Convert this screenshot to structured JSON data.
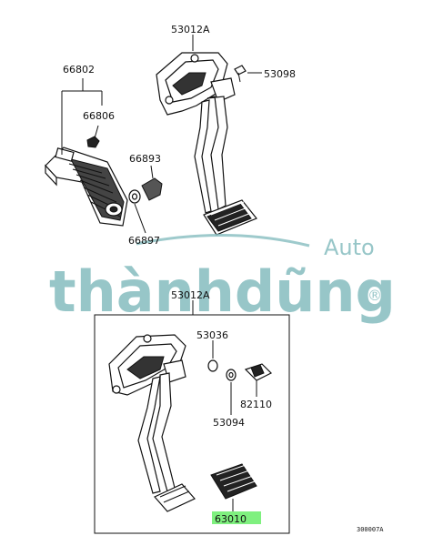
{
  "labels": {
    "l66802": "66802",
    "l66806": "66806",
    "l66893": "66893",
    "l66897": "66897",
    "l53012a_top": "53012A",
    "l53098": "53098",
    "l53012a_mid": "53012A",
    "l53036": "53036",
    "l53094": "53094",
    "l82110": "82110",
    "l63010": "63010",
    "code": "300007A"
  },
  "watermark": {
    "brand": "thànhdũng",
    "suffix": "Auto",
    "reg": "®"
  },
  "colors": {
    "watermark": "#86bdbf",
    "highlight": "#7ff07f",
    "line": "#111111"
  }
}
